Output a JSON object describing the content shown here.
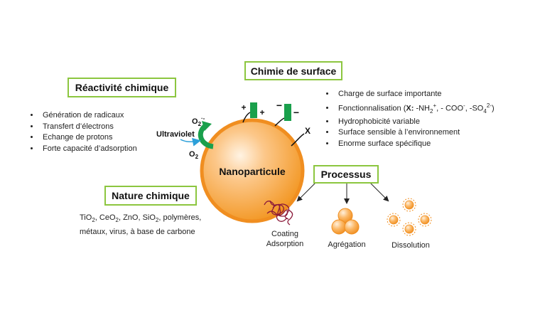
{
  "diagram": {
    "center": "Nanoparticule",
    "reactivity": {
      "title": "Réactivité chimique",
      "items": [
        "Génération de radicaux",
        "Transfert d’électrons",
        "Echange de protons",
        "Forte capacité d’adsorption"
      ]
    },
    "surface_chemistry": {
      "title": "Chimie de surface",
      "items": [
        "Charge de surface importante",
        "Hydrophobicité variable",
        "Surface sensible à l’environnement",
        "Enorme surface spécifique"
      ],
      "func_prefix": "Fonctionnalisation (",
      "func_x": "X:",
      "func_nh": " -NH",
      "func_nh_sub": "2",
      "func_nh_sup": "+",
      "func_coo": ", - COO",
      "func_coo_sup": "-",
      "func_so": ", -SO",
      "func_so_sub": "4",
      "func_so_sup": "2-",
      "func_end": ")"
    },
    "nature": {
      "title": "Nature chimique",
      "line1_parts": [
        "TiO",
        "2",
        ", CeO",
        "2",
        ", ZnO, SiO",
        "2",
        ", polymères,"
      ],
      "line2": "métaux, virus, à base de carbone"
    },
    "process": {
      "title": "Processus",
      "coating": "Coating",
      "adsorption": "Adsorption",
      "aggregation": "Agrégation",
      "dissolution": "Dissolution"
    },
    "uv": {
      "label": "Ultraviolet",
      "o2_radical": "O",
      "o2_radical_sub": "2",
      "o2_radical_sup": "·-",
      "o2": "O",
      "o2_sub": "2"
    },
    "charges": {
      "plus_outer": "+",
      "plus_inner": "+",
      "minus_outer": "−",
      "minus_inner": "−",
      "x": "X"
    }
  },
  "colors": {
    "box_border": "#8cc63f",
    "sphere_light": "#fde3c4",
    "sphere_mid": "#f8a850",
    "sphere_dark": "#f08e20",
    "ligand_green": "#1aa04c",
    "uv_arrow": "#2da0d9",
    "coating_strand": "#8b1a3a"
  }
}
